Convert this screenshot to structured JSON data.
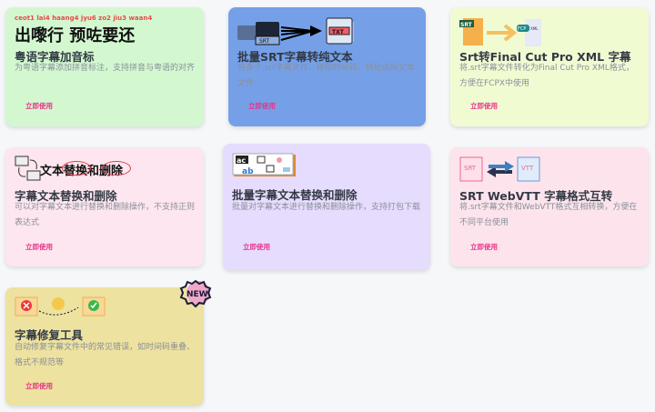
{
  "action_label": "立即使用",
  "cards": [
    {
      "banner_romanization": "ceot1 lai4 haang4  jyu6 zo2  jiu3 waan4",
      "banner_text": "出嚟行 预咗要还",
      "title": "粤语字幕加音标",
      "desc": "为粤语字幕添加拼音标注，支持拼音与粤语的对齐"
    },
    {
      "icon_labels": [
        "SRT",
        "TXT"
      ],
      "title": "批量SRT字幕转纯文本",
      "desc": "将多个.srt字幕文件，移除时间码，转化成纯文本文件"
    },
    {
      "icon_labels": [
        "SRT",
        "FCP",
        "XML"
      ],
      "title": "Srt转Final Cut Pro XML 字幕",
      "desc": "将.srt字幕文件转化为Final Cut Pro XML格式，方便在FCPX中使用"
    },
    {
      "banner_text": "文本替换和删除",
      "title": "字幕文本替换和删除",
      "desc": "可以对字幕文本进行替换和删除操作，不支持正则表达式"
    },
    {
      "icon_labels": [
        "ac",
        "ab"
      ],
      "title": "批量字幕文本替换和删除",
      "desc": "批量对字幕文本进行替换和删除操作，支持打包下载"
    },
    {
      "icon_labels": [
        "SRT",
        "VTT"
      ],
      "title": "SRT WebVTT 字幕格式互转",
      "desc": "将.srt字幕文件和WebVTT格式互相转换，方便在不同平台使用"
    },
    {
      "badge": "NEW",
      "title": "字幕修复工具",
      "desc": "自动修复字幕文件中的常见错误，如时间码重叠、格式不规范等"
    }
  ]
}
